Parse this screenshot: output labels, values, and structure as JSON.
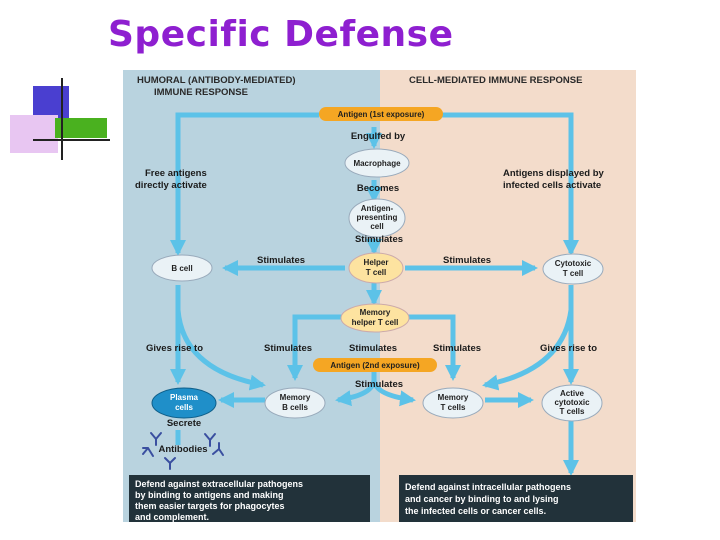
{
  "slide": {
    "title": "Specific Defense"
  },
  "colors": {
    "title": "#8e1fd0",
    "humoral_bg": "#b9d3df",
    "cell_bg": "#f3dccb",
    "arrow": "#5cc2e8",
    "antigen_box": "#f5a623",
    "node_fill": "#eaf2f6",
    "plasma_fill": "#1f8fc9",
    "result_box": "#22323a"
  },
  "diagram": {
    "humoral_header": [
      "HUMORAL (ANTIBODY-MEDIATED)",
      "IMMUNE RESPONSE"
    ],
    "cell_header": "CELL-MEDIATED IMMUNE RESPONSE",
    "antigen_first": "Antigen (1st exposure)",
    "engulfed_by": "Engulfed by",
    "macrophage": "Macrophage",
    "becomes": "Becomes",
    "apc": [
      "Antigen-",
      "presenting",
      "cell"
    ],
    "stimulates_1": "Stimulates",
    "free_antigens": [
      "Free antigens",
      "directly activate"
    ],
    "antigens_displayed": [
      "Antigens displayed by",
      "infected cells activate"
    ],
    "b_cell": "B cell",
    "helper_t": [
      "Helper",
      "T cell"
    ],
    "cytotoxic_t": [
      "Cytotoxic",
      "T cell"
    ],
    "stimulates_left": "Stimulates",
    "stimulates_right": "Stimulates",
    "memory_helper": [
      "Memory",
      "helper T cell"
    ],
    "gives_rise_left": "Gives rise to",
    "gives_rise_right": "Gives rise to",
    "stimulates_m1": "Stimulates",
    "stimulates_m2": "Stimulates",
    "stimulates_m3": "Stimulates",
    "antigen_second": "Antigen (2nd exposure)",
    "stimulates_bottom": "Stimulates",
    "plasma": [
      "Plasma",
      "cells"
    ],
    "memory_b": [
      "Memory",
      "B cells"
    ],
    "memory_t": [
      "Memory",
      "T cells"
    ],
    "active_cytotoxic": [
      "Active",
      "cytotoxic",
      "T cells"
    ],
    "secrete": "Secrete",
    "antibodies": "Antibodies",
    "humoral_result": [
      "Defend against extracellular pathogens",
      "by binding to antigens and making",
      "them easier targets for phagocytes",
      "and complement."
    ],
    "cell_result": [
      "Defend against intracellular pathogens",
      "and cancer by binding to and lysing",
      "the infected cells or cancer cells."
    ]
  }
}
